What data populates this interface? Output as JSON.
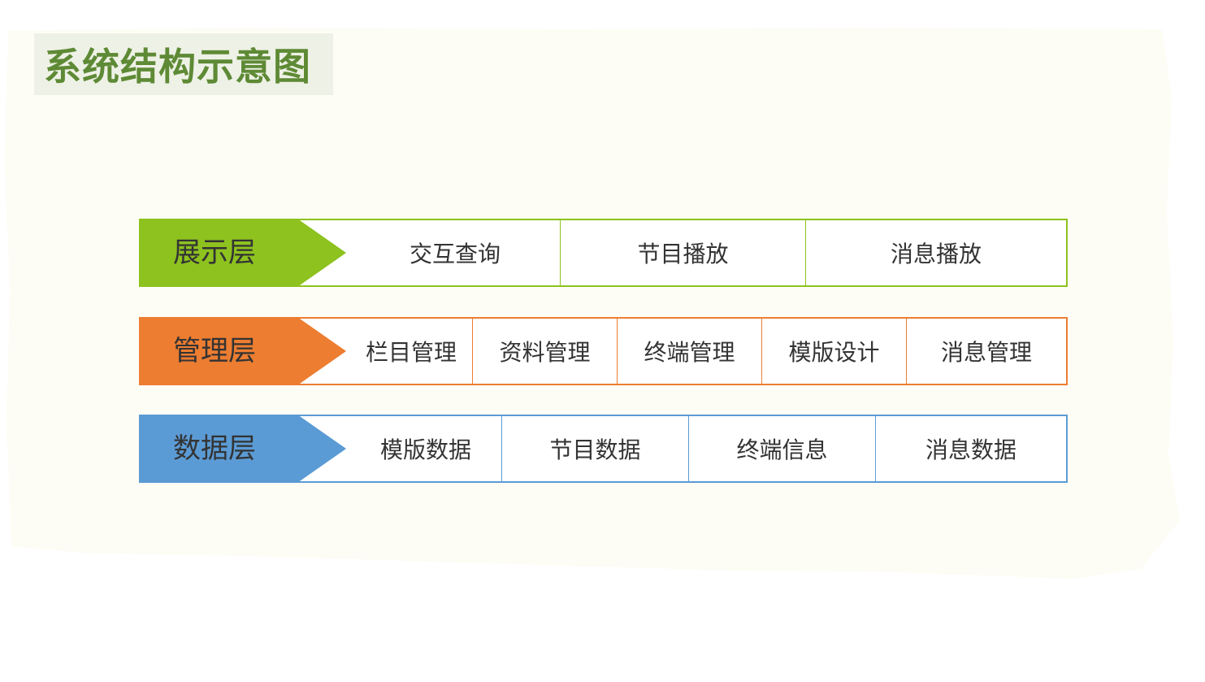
{
  "title": "系统结构示意图",
  "colors": {
    "title_text": "#5e8a35",
    "title_bg": "#eef1e6",
    "paper": "#fdfdf5",
    "display": "#8dc21f",
    "management": "#ed7d31",
    "data": "#5b9bd5"
  },
  "layers": [
    {
      "label": "展示层",
      "color": "#8dc21f",
      "cells": [
        "交互查询",
        "节目播放",
        "消息播放"
      ]
    },
    {
      "label": "管理层",
      "color": "#ed7d31",
      "cells": [
        "栏目管理",
        "资料管理",
        "终端管理",
        "模版设计",
        "消息管理"
      ]
    },
    {
      "label": "数据层",
      "color": "#5b9bd5",
      "cells": [
        "模版数据",
        "节目数据",
        "终端信息",
        "消息数据"
      ]
    }
  ]
}
